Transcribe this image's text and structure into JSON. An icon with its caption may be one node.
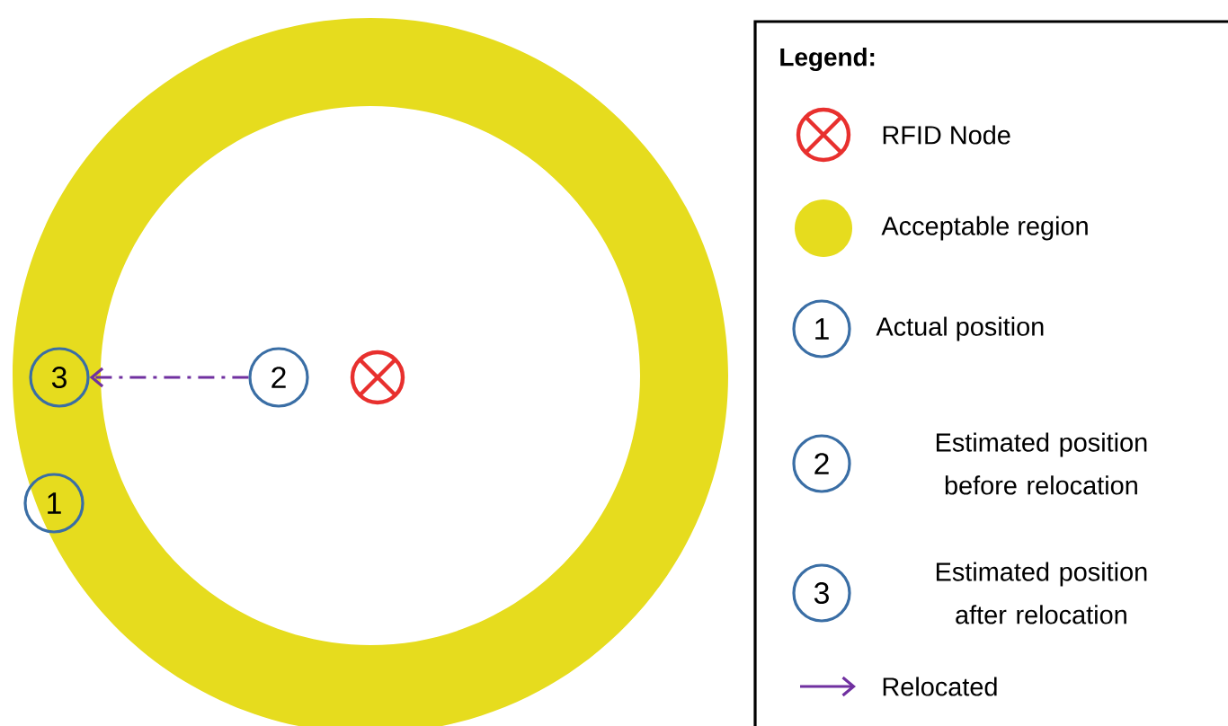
{
  "diagram": {
    "nodes": [
      {
        "text": [
          "3"
        ]
      },
      {
        "text": [
          "2"
        ]
      },
      {
        "text": [
          "1"
        ]
      }
    ],
    "edges": [
      {
        "from": 1,
        "to": 0,
        "arrow": "to",
        "style": "dashed",
        "color": "#7030a0"
      }
    ],
    "labels": [
      "Legend:",
      "1",
      "2",
      "3"
    ],
    "legend": [
      {
        "text": "RFID Node"
      },
      {
        "text": "Acceptable region",
        "color": "#e6dc1e"
      },
      {
        "text": "Actual position"
      },
      {
        "text": "Estimated position before relocation"
      },
      {
        "text": "Estimated position after relocation"
      },
      {
        "text": "Relocated"
      }
    ]
  }
}
